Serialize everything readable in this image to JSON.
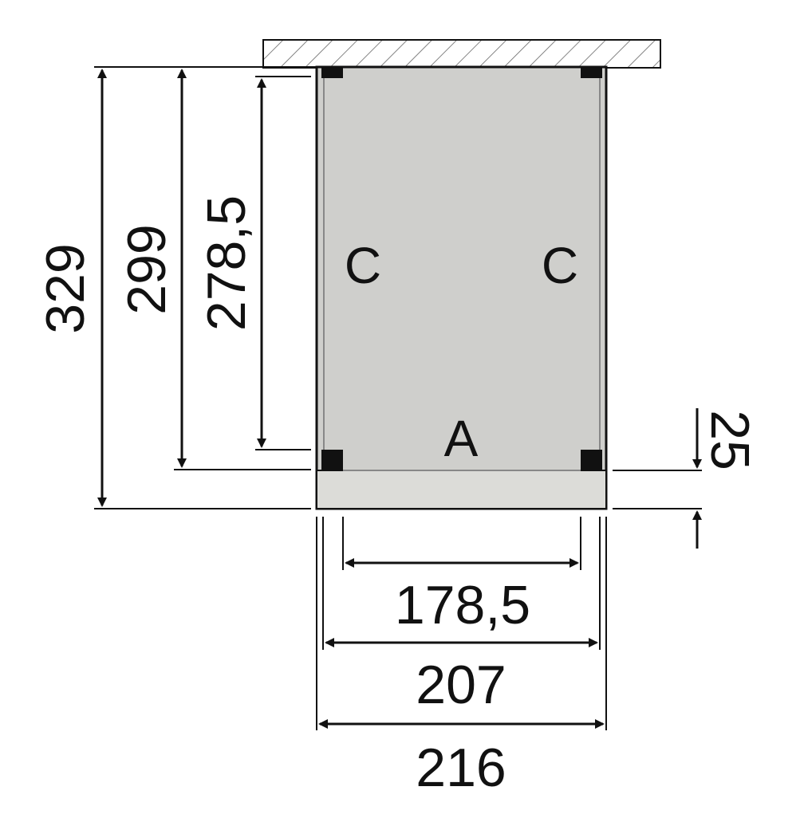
{
  "drawing": {
    "zone_labels": {
      "left": "C",
      "right": "C",
      "bottom": "A"
    },
    "dimensions": {
      "total_depth": "329",
      "post_depth": "299",
      "inner_depth": "278,5",
      "overhang": "25",
      "inner_width": "178,5",
      "post_width": "207",
      "total_width": "216"
    },
    "colors": {
      "roof": "#cfcfcc",
      "overhang_strip": "#dcdcd8",
      "wall_hatch": "#555555",
      "lines": "#111111",
      "posts": "#111111"
    }
  }
}
